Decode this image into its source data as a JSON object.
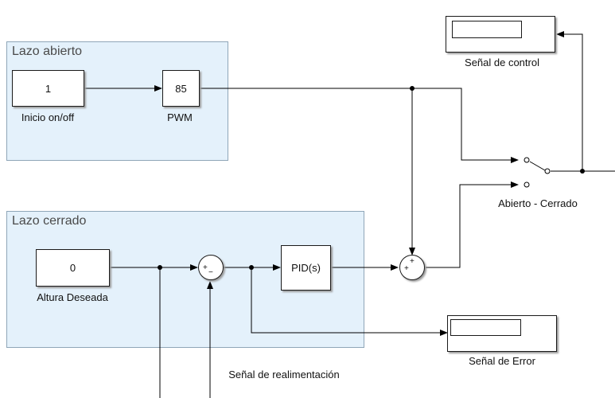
{
  "areas": {
    "open_loop": "Lazo abierto",
    "closed_loop": "Lazo cerrado"
  },
  "blocks": {
    "inicio": {
      "value": "1",
      "label": "Inicio on/off"
    },
    "pwm": {
      "value": "85",
      "label": "PWM"
    },
    "altura": {
      "value": "0",
      "label": "Altura Deseada"
    },
    "pid": {
      "value": "PID(s)"
    }
  },
  "sum1": {
    "signs": [
      "+",
      "−"
    ]
  },
  "sum2": {
    "signs": [
      "+",
      "+"
    ]
  },
  "switch": {
    "label": "Abierto - Cerrado"
  },
  "scopes": {
    "control": "Señal de control",
    "error": "Señal de Error"
  },
  "feedback_label": "Señal de realimentación"
}
